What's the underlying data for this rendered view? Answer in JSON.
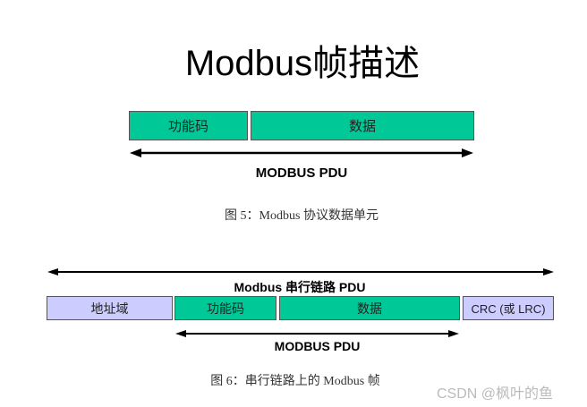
{
  "title": "Modbus帧描述",
  "figure5": {
    "fields": [
      "功能码",
      "数据"
    ],
    "pdu_label": "MODBUS PDU",
    "caption": "图 5：Modbus 协议数据单元"
  },
  "figure6": {
    "frame_label": "Modbus 串行链路 PDU",
    "fields": [
      "地址域",
      "功能码",
      "数据",
      "CRC (或 LRC)"
    ],
    "pdu_label": "MODBUS PDU",
    "caption": "图 6：串行链路上的 Modbus 帧"
  },
  "watermark": "CSDN @枫叶的鱼",
  "colors": {
    "pdu_field": "#00c896",
    "frame_field": "#ccccff"
  }
}
